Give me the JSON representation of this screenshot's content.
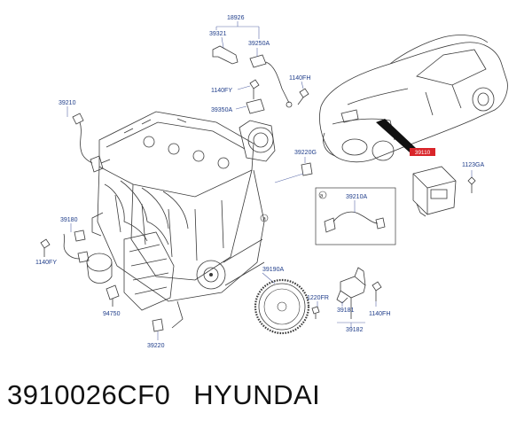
{
  "labels": {
    "p18926": "18926",
    "p39321": "39321",
    "p39250A": "39250A",
    "p1140FH_top": "1140FH",
    "p1140FY_top": "1140FY",
    "p39350A": "39350A",
    "p39210": "39210",
    "p39220G": "39220G",
    "p1123GA": "1123GA",
    "p39110": "39110",
    "p39210A": "39210A",
    "callout_a1": "a",
    "callout_a2": "a",
    "p39180": "39180",
    "p1140FY_left": "1140FY",
    "p39190A": "39190A",
    "p1220FR": "1220FR",
    "p39181": "39181",
    "p1140FH_bottom": "1140FH",
    "p39182": "39182",
    "p94750": "94750",
    "p39220": "39220"
  },
  "footer": {
    "part_number": "3910026CF0",
    "brand": "HYUNDAI"
  },
  "colors": {
    "label": "#1f3d8a",
    "highlight": "#d9252a",
    "line": "#3a3a3a"
  }
}
